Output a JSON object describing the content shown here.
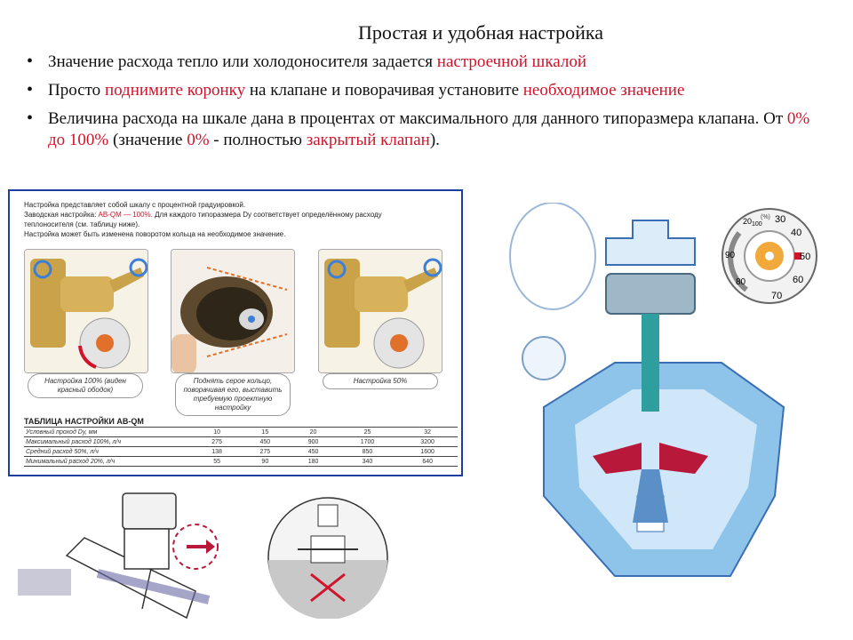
{
  "slide": {
    "title": "Простая и удобная настройка",
    "bullets": [
      {
        "p1": "Значение расхода тепло или холодоносителя задается ",
        "r1": "настроечной шкалой"
      },
      {
        "p1": "Просто ",
        "r1": "поднимите коронку",
        "p2": " на клапане и поворачивая установите ",
        "r2": "необходимое значение"
      },
      {
        "p1": "Величина расхода на шкале дана в процентах от максимального для данного типоразмера клапана. От ",
        "r1": "0% до 100%",
        "p2": " (значение ",
        "r2": "0%",
        "p3": " - полностью ",
        "r3": "закрытый клапан",
        "p4": ")."
      }
    ]
  },
  "document": {
    "line1": "Настройка представляет собой шкалу с процентной градуировкой.",
    "line2_a": "Заводская настройка: ",
    "line2_b": "AB-QM — 100%.",
    "line2_c": " Для каждого типоразмера Dу соответствует определённому расходу",
    "line3": "теплоносителя (см. таблицу ниже).",
    "line4": "Настройка может быть изменена поворотом кольца на необходимое значение.",
    "captions": [
      "Настройка 100% (виден красный ободок)",
      "Поднять серое кольцо, поворачивая его, выставить требуемую проектную настройку",
      "Настройка 50%"
    ],
    "table_title": "ТАБЛИЦА НАСТРОЙКИ AB-QM",
    "rows": [
      {
        "label": "Условный проход Dу, мм",
        "values": [
          "10",
          "15",
          "20",
          "25",
          "32"
        ]
      },
      {
        "label": "Максимальный расход 100%, л/ч",
        "values": [
          "275",
          "450",
          "900",
          "1700",
          "3200"
        ]
      },
      {
        "label": "Средний расход 50%, л/ч",
        "values": [
          "138",
          "275",
          "450",
          "850",
          "1600"
        ]
      },
      {
        "label": "Минимальный расход 20%, л/ч",
        "values": [
          "55",
          "90",
          "180",
          "340",
          "640"
        ]
      }
    ]
  },
  "dial": {
    "unit": "(%)",
    "ticks": [
      "20",
      "30",
      "40",
      "50",
      "60",
      "70",
      "80",
      "90",
      "100"
    ]
  },
  "colors": {
    "accent_red": "#d0142b",
    "frame_blue": "#1f3fa0",
    "valve_blue": "#6aa9d8"
  }
}
